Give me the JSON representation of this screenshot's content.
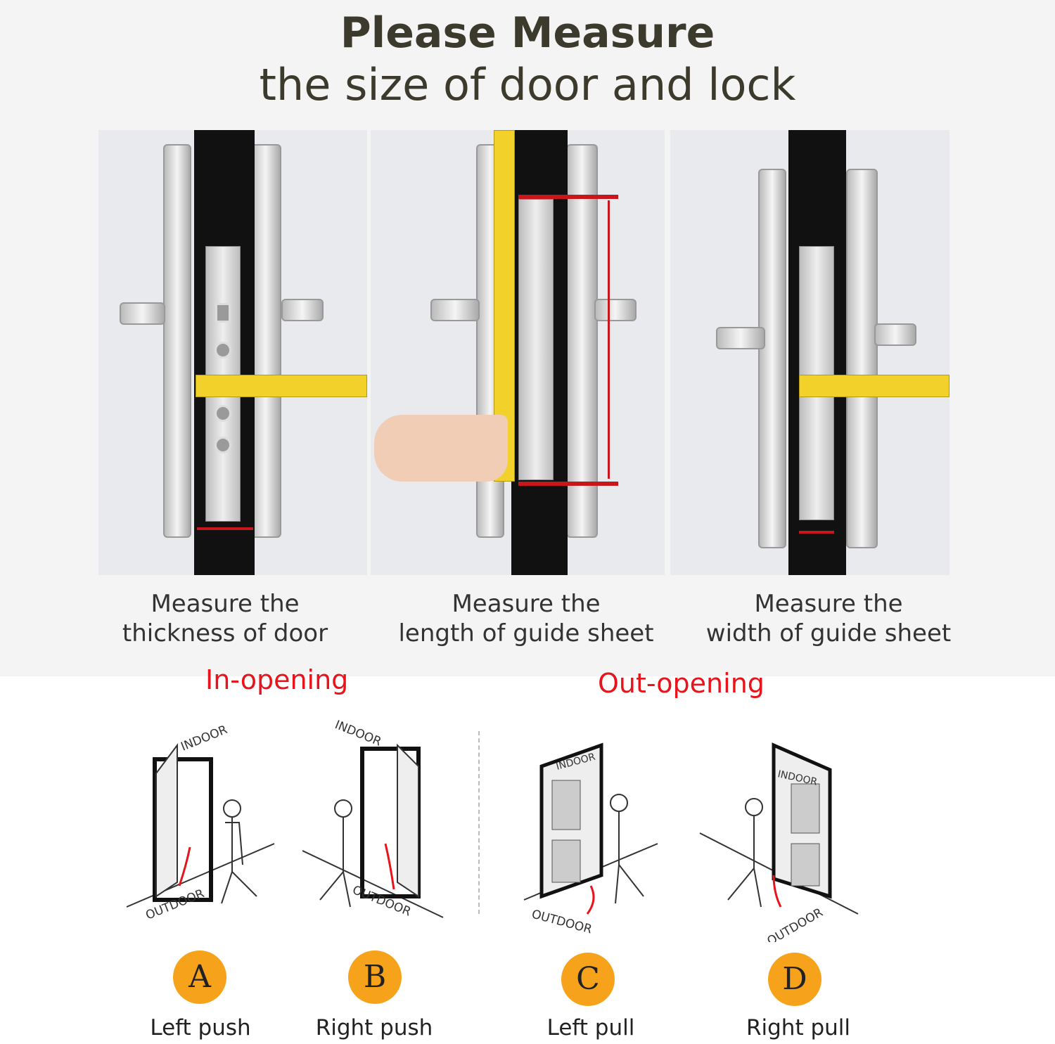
{
  "header": {
    "title": "Please Measure",
    "subtitle": "the size of door and lock"
  },
  "steps": [
    {
      "caption_line1": "Measure the",
      "caption_line2": "thickness of door"
    },
    {
      "caption_line1": "Measure the",
      "caption_line2": "length of guide sheet"
    },
    {
      "caption_line1": "Measure the",
      "caption_line2": "width of guide sheet"
    }
  ],
  "opening": {
    "in_label": "In-opening",
    "out_label": "Out-opening",
    "indoor": "INDOOR",
    "outdoor": "OUTDOOR",
    "types": [
      {
        "letter": "A",
        "label": "Left push"
      },
      {
        "letter": "B",
        "label": "Right push"
      },
      {
        "letter": "C",
        "label": "Left pull"
      },
      {
        "letter": "D",
        "label": "Right pull"
      }
    ]
  },
  "colors": {
    "title": "#3b3a2c",
    "accent_red": "#e8141b",
    "badge": "#f7a21b"
  }
}
